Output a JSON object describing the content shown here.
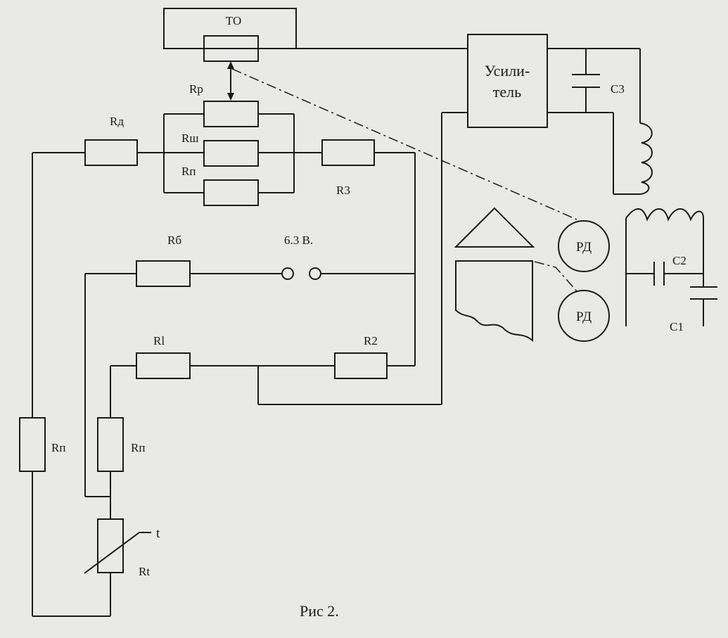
{
  "labels": {
    "to": "ТО",
    "rp": "Rр",
    "rd": "Rд",
    "rsh": "Rш",
    "rn": "Rп",
    "r3": "R3",
    "rb": "Rб",
    "voltage": "6.3 В.",
    "r1": "Rl",
    "r2": "R2",
    "rp_left": "Rп",
    "rp_mid": "Rп",
    "t": "t",
    "rt": "Rt",
    "amp_line1": "Усили-",
    "amp_line2": "тель",
    "c3": "С3",
    "c2": "С2",
    "c1": "С1",
    "motor1": "РД",
    "motor2": "РД",
    "caption": "Рис 2."
  }
}
